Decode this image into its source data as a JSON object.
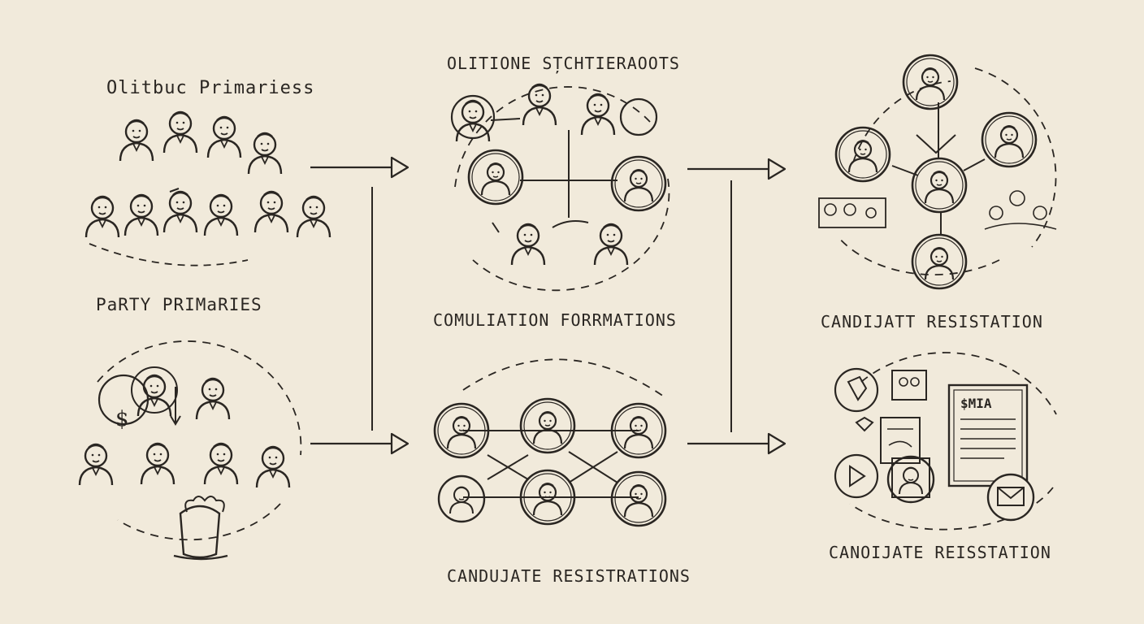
{
  "labels": {
    "top_left_title": "Olitbuc Primariess",
    "mid_left_title": "PaRTY PRIMaRIES",
    "top_center_title": "OLITIONE SȚCHTIERAOOTS",
    "center_mid_title": "COMULIATION FORRMATIONS",
    "bottom_center_title": "CANDUJATE RESISTRATIONS",
    "right_top_title": "CANDIJATT RESISTATION",
    "right_bottom_title": "CANOIJATE REISSTATION"
  },
  "document_text": "$MIA",
  "colors": {
    "paper": "#f1eadb",
    "ink": "#2a2622",
    "shade": "#d9cfbd"
  },
  "icons": [
    "group-of-people-icon",
    "money-bag-icon",
    "hat-icon",
    "person-avatar-icon",
    "network-node-icon",
    "document-icon",
    "envelope-icon",
    "shield-icon",
    "play-arrow-icon",
    "profile-card-icon",
    "arrow-right-icon"
  ]
}
